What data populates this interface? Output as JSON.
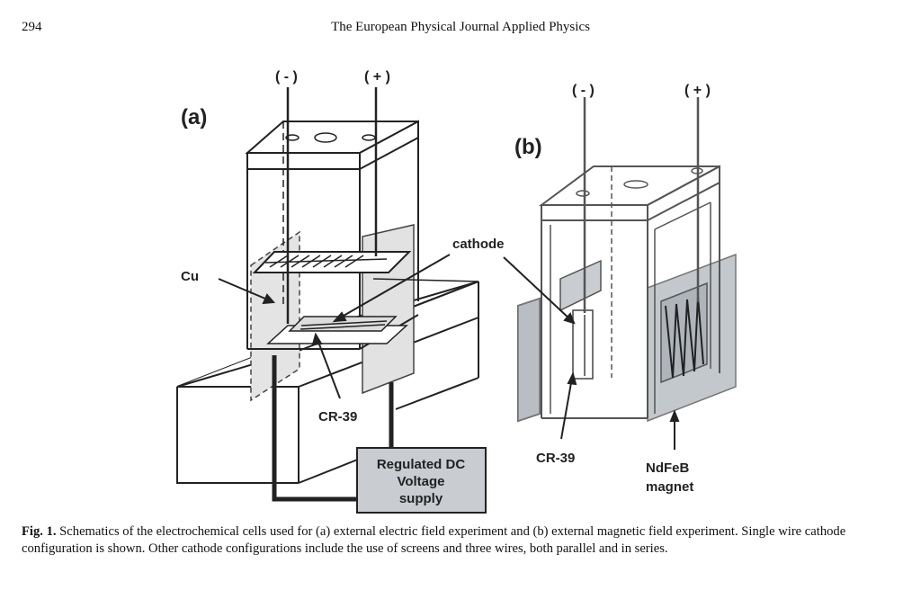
{
  "header": {
    "page_number": "294",
    "journal_title": "The European Physical Journal Applied Physics"
  },
  "figure": {
    "panel_a": {
      "label": "(a)",
      "terminal_negative": "( - )",
      "terminal_positive": "( + )",
      "label_cu": "Cu",
      "label_cathode": "cathode",
      "label_cr39": "CR-39",
      "power_supply_lines": [
        "Regulated DC",
        "Voltage",
        "supply"
      ]
    },
    "panel_b": {
      "label": "(b)",
      "terminal_negative": "( - )",
      "terminal_positive": "( + )",
      "label_cr39": "CR-39",
      "magnet_lines": [
        "NdFeB",
        "magnet"
      ]
    }
  },
  "caption": {
    "label": "Fig. 1.",
    "text": "Schematics of the electrochemical cells used for (a) external electric field experiment and (b) external magnetic field experiment. Single wire cathode configuration is shown. Other cathode configurations include the use of screens and three wires, both parallel and in series."
  }
}
